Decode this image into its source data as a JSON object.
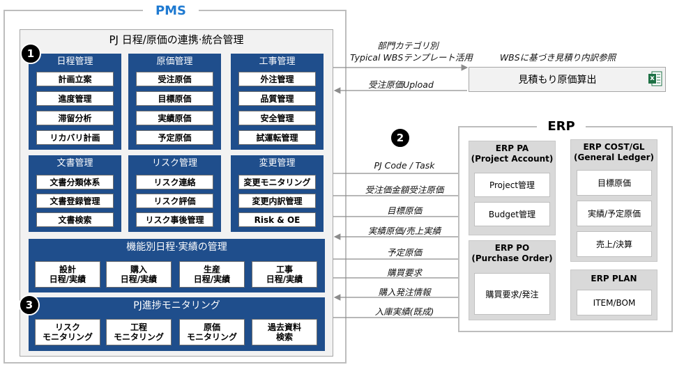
{
  "pms": {
    "title": "PMS",
    "inner_title": "PJ 日程/原価の連携·統合管理",
    "badge1": "1",
    "badge3": "3",
    "groups_row1": [
      {
        "title": "日程管理",
        "items": [
          "計画立案",
          "進度管理",
          "滞留分析",
          "リカバリ計画"
        ]
      },
      {
        "title": "原価管理",
        "items": [
          "受注原価",
          "目標原価",
          "実績原価",
          "予定原価"
        ]
      },
      {
        "title": "工事管理",
        "items": [
          "外注管理",
          "品質管理",
          "安全管理",
          "試運転管理"
        ]
      }
    ],
    "groups_row2": [
      {
        "title": "文書管理",
        "items": [
          "文書分類体系",
          "文書登録管理",
          "文書検索"
        ]
      },
      {
        "title": "リスク管理",
        "items": [
          "リスク連絡",
          "リスク評価",
          "リスク事後管理"
        ]
      },
      {
        "title": "変更管理",
        "items": [
          "変更モニタリング",
          "変更内訳管理",
          "Risk & OE"
        ]
      }
    ],
    "functional": {
      "title": "機能別日程·実績の管理",
      "items": [
        [
          "設計",
          "日程/実績"
        ],
        [
          "購入",
          "日程/実績"
        ],
        [
          "生産",
          "日程/実績"
        ],
        [
          "工事",
          "日程/実績"
        ]
      ]
    },
    "monitoring": {
      "title": "PJ進捗モニタリング",
      "items": [
        [
          "リスク",
          "モニタリング"
        ],
        [
          "工程",
          "モニタリング"
        ],
        [
          "原価",
          "モニタリング"
        ],
        [
          "過去資料",
          "検索"
        ]
      ]
    }
  },
  "arrows": {
    "top1_line1": "部門カテゴリ別",
    "top1_line2": "Typical WBSテンプレート活用",
    "top_right": "WBSに基づき見積り内訳参照",
    "upload": "受注原価Upload",
    "badge2": "2",
    "labels": [
      "PJ Code / Task",
      "受注価金額受注原価",
      "目標原価",
      "実績原価/売上実績",
      "予定原価",
      "購買要求",
      "購入発注情報",
      "入庫実績(既成)"
    ]
  },
  "estimate": {
    "label": "見積もり原価算出",
    "icon": "excel-icon",
    "icon_text": "x"
  },
  "erp": {
    "title": "ERP",
    "pa": {
      "title1": "ERP PA",
      "title2": "(Project Account)",
      "items": [
        "Project管理",
        "Budget管理"
      ]
    },
    "po": {
      "title1": "ERP PO",
      "title2": "(Purchase Order)",
      "items": [
        "購買要求/発注"
      ]
    },
    "cost": {
      "title1": "ERP COST/GL",
      "title2": "(General Ledger)",
      "items": [
        "目標原価",
        "実績/予定原価",
        "売上/決算"
      ]
    },
    "plan": {
      "title1": "ERP PLAN",
      "items": [
        "ITEM/BOM"
      ]
    }
  },
  "colors": {
    "pms_title": "#1f7ad1",
    "blue_panel": "#1f4e8c",
    "excel_green": "#1e7145"
  }
}
